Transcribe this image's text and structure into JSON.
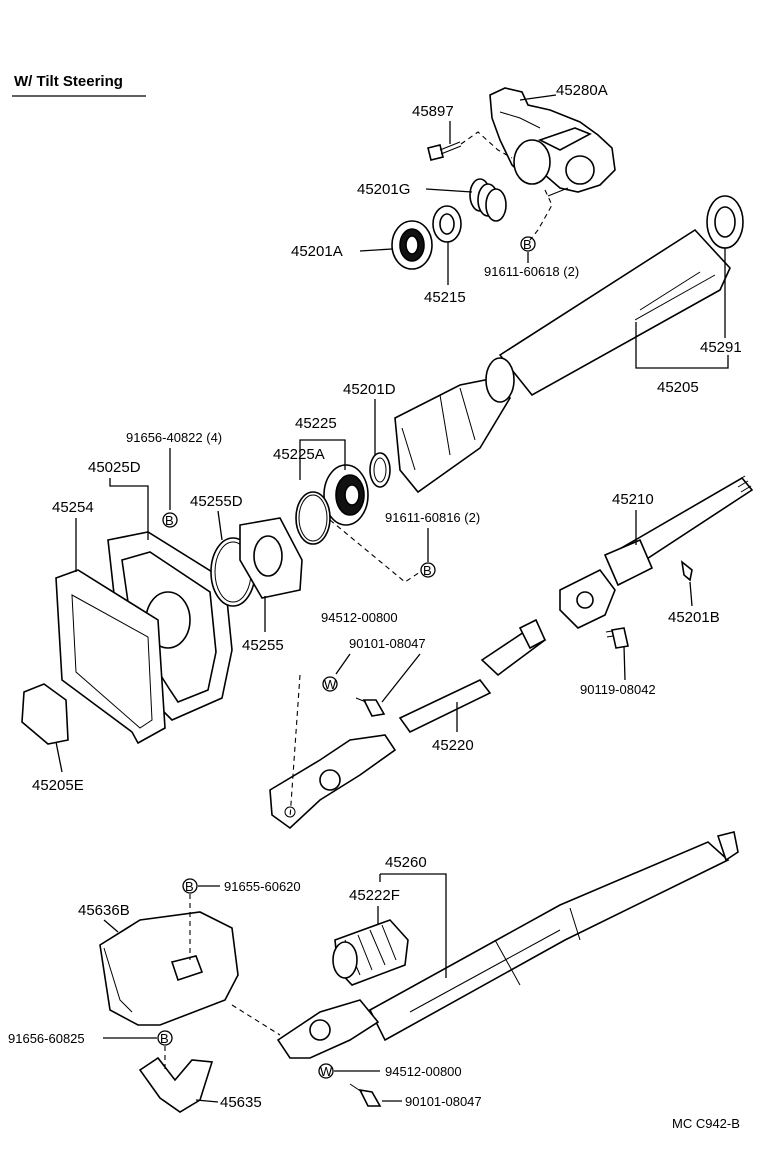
{
  "title": "W/ Tilt Steering",
  "footer_code": "MC  C942-B",
  "symbols": {
    "bolt_mark": "B",
    "washer_mark": "W"
  },
  "labels": {
    "p45897": "45897",
    "p45280A": "45280A",
    "p45201G": "45201G",
    "p45201A": "45201A",
    "p45215": "45215",
    "p91611_60618": "91611-60618 (2)",
    "p45291": "45291",
    "p45205": "45205",
    "p45201D": "45201D",
    "p45225": "45225",
    "p45225A": "45225A",
    "p91656_40822": "91656-40822 (4)",
    "p45025D": "45025D",
    "p45254": "45254",
    "p45255D": "45255D",
    "p91611_60816": "91611-60816 (2)",
    "p45210": "45210",
    "p45201B": "45201B",
    "p45255": "45255",
    "p94512_00800_top": "94512-00800",
    "p90101_08047_top": "90101-08047",
    "p90119_08042": "90119-08042",
    "p45220": "45220",
    "p45205E": "45205E",
    "p45260": "45260",
    "p45222F": "45222F",
    "p91655_60620": "91655-60620",
    "p45636B": "45636B",
    "p91656_60825": "91656-60825",
    "p94512_00800_bot": "94512-00800",
    "p45635": "45635",
    "p90101_08047_bot": "90101-08047"
  }
}
